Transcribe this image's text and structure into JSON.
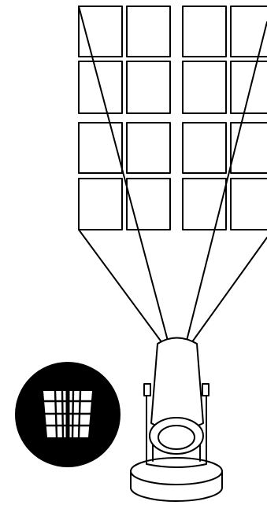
{
  "illustration": {
    "subject": "gobo projector",
    "icons": [
      "window-grid-gobo-icon",
      "projector-icon"
    ],
    "colors": {
      "ink": "#000000",
      "paper": "#ffffff"
    },
    "projected_grid": {
      "rows": 4,
      "cols": 4
    }
  }
}
